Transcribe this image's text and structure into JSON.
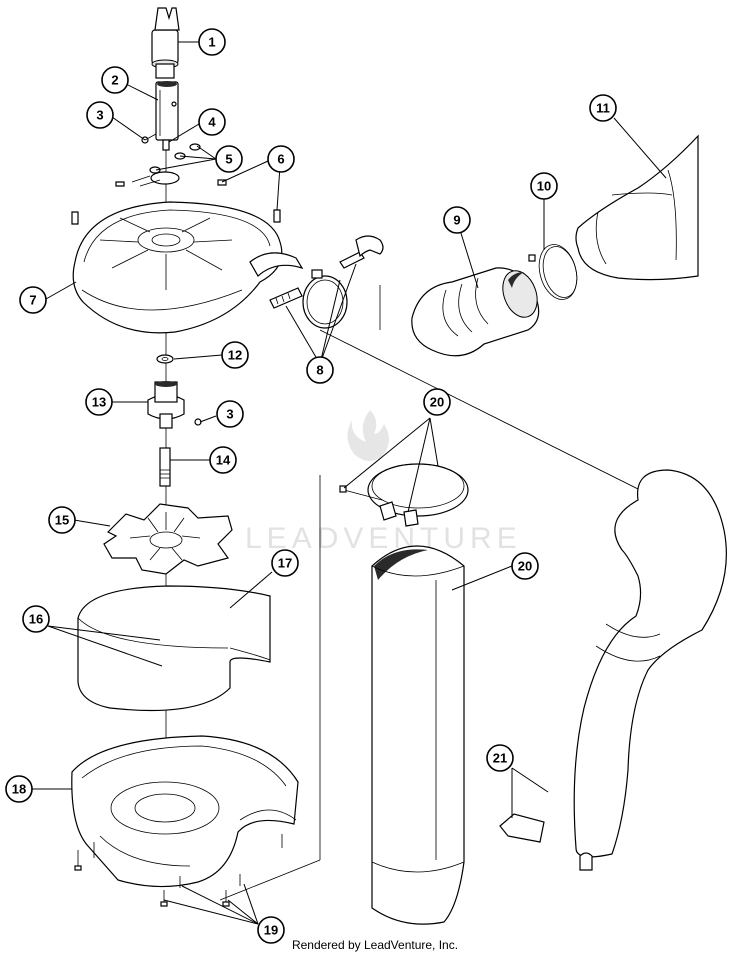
{
  "watermark": "LEADVENTURE",
  "footer": "Rendered by LeadVenture, Inc.",
  "callouts": [
    "1",
    "2",
    "3",
    "4",
    "5",
    "6",
    "7",
    "8",
    "9",
    "10",
    "11",
    "12",
    "3",
    "14",
    "15",
    "16",
    "17",
    "18",
    "19",
    "20",
    "20",
    "21"
  ]
}
